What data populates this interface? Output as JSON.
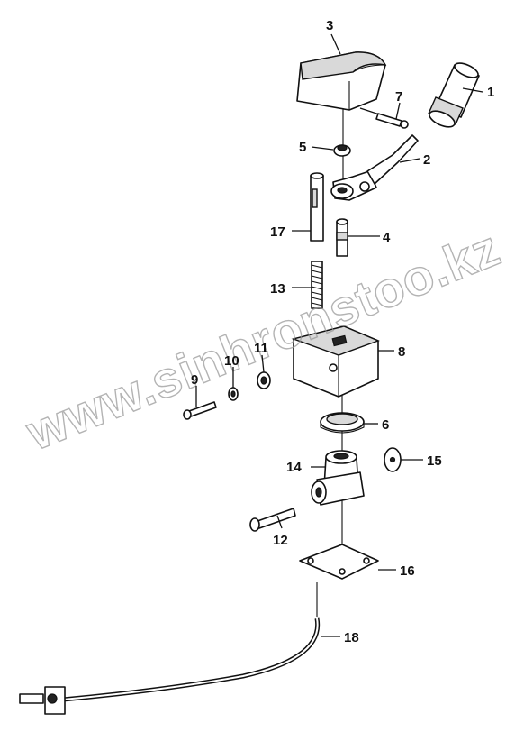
{
  "watermark": "www.sinhronstoo.kz",
  "callouts": {
    "c1": "1",
    "c2": "2",
    "c3": "3",
    "c4": "4",
    "c5": "5",
    "c6": "6",
    "c7": "7",
    "c8": "8",
    "c9": "9",
    "c10": "10",
    "c11": "11",
    "c12": "12",
    "c13": "13",
    "c14": "14",
    "c15": "15",
    "c16": "16",
    "c17": "17",
    "c18": "18"
  },
  "colors": {
    "line": "#111111",
    "shade": "#d9d9d9",
    "watermark": "#9a9a9a"
  }
}
